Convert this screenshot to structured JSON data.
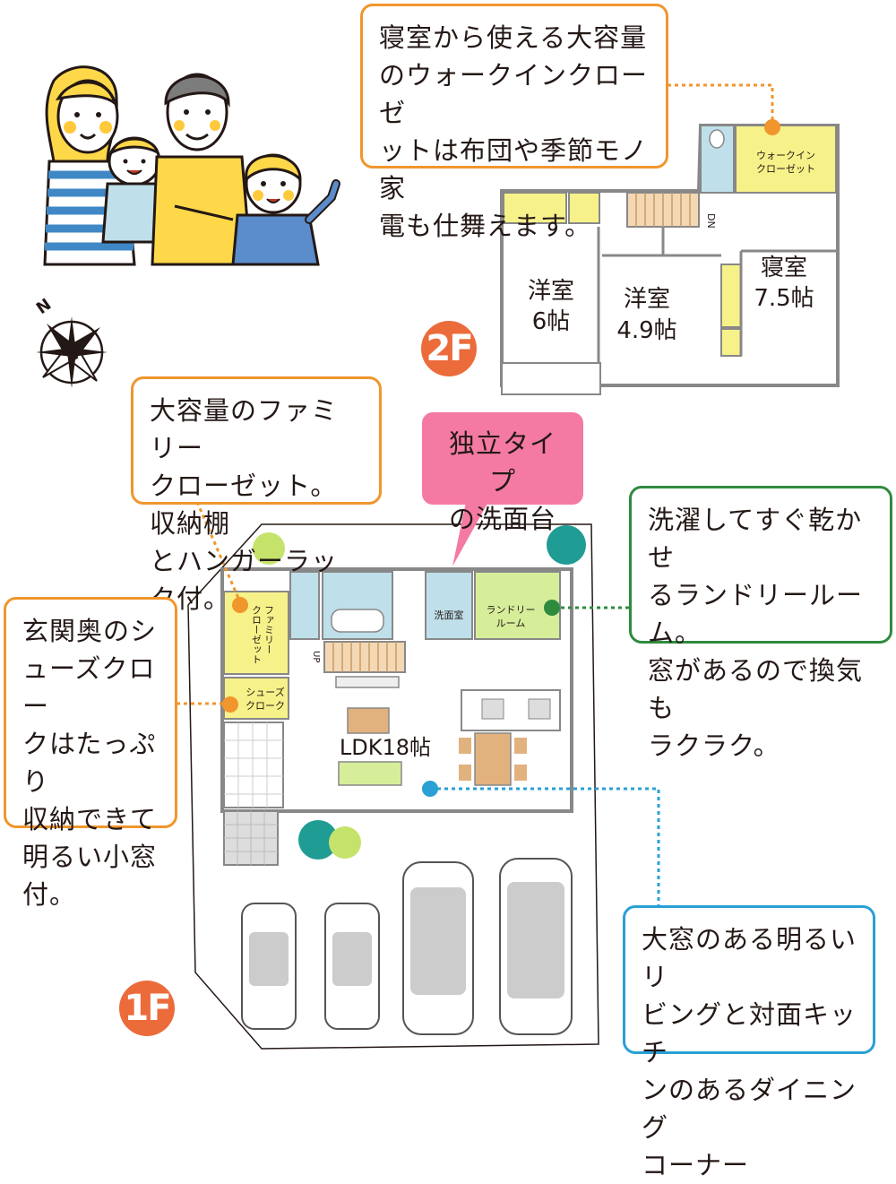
{
  "callouts": {
    "walkin": "寝室から使える大容量\nのウォークインクローゼ\nットは布団や季節モノ家\n電も仕舞えます。",
    "family_closet": "大容量のファミリー\nクローゼット。収納棚\nとハンガーラック付。",
    "washstand": "独立タイプ\nの洗面台",
    "laundry": "洗濯してすぐ乾かせ\nるランドリールーム。\n窓があるので換気も\nラクラク。",
    "shoes": "玄関奥のシ\nューズクロー\nクはたっぷり\n収納できて\n明るい小窓\n付。",
    "living": "大窓のある明るいリ\nビングと対面キッチ\nンのあるダイニング\nコーナー"
  },
  "floors": {
    "second": {
      "badge": "2F",
      "rooms": {
        "youshitsu6": [
          "洋室",
          "6帖"
        ],
        "youshitsu49": [
          "洋室",
          "4.9帖"
        ],
        "shinshitsu": [
          "寝室",
          "7.5帖"
        ],
        "walkin": [
          "ウォークイン",
          "クローゼット"
        ],
        "stair": "DN"
      }
    },
    "first": {
      "badge": "1F",
      "rooms": {
        "ldk": "LDK18帖",
        "senmen": "洗面室",
        "laundry": [
          "ランドリー",
          "ルーム"
        ],
        "family_closet": [
          "ファミリー",
          "クローゼット"
        ],
        "shoes": [
          "シューズ",
          "クローク"
        ],
        "stair": "UP"
      }
    }
  },
  "compass": "N",
  "colors": {
    "orange": "#f0962d",
    "green": "#2e8b3e",
    "blue": "#2aa0d4",
    "pink": "#f47aa3",
    "badge": "#ec6b3b",
    "closet_yellow": "#f7f18a",
    "bath_blue": "#bfe0ea",
    "laundry_green": "#d6ee9a",
    "wood": "#e2b27e"
  }
}
